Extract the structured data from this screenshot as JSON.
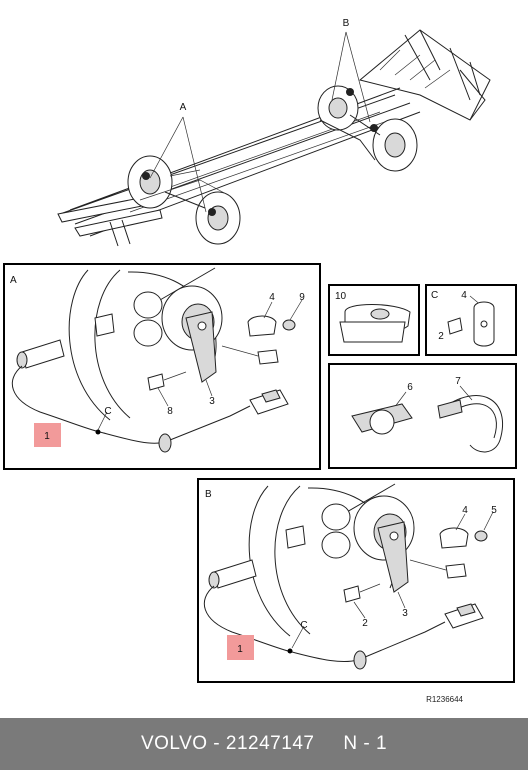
{
  "truck": {
    "label_a": "A",
    "label_b": "B"
  },
  "panel_a": {
    "title": "A",
    "callouts": {
      "c1": "1",
      "c3": "3",
      "c4": "4",
      "c8": "8",
      "c9": "9",
      "cC": "C"
    }
  },
  "panel_10": {
    "title": "10"
  },
  "panel_c": {
    "title": "C",
    "callouts": {
      "c2": "2",
      "c4": "4"
    }
  },
  "panel_67": {
    "callouts": {
      "c6": "6",
      "c7": "7"
    }
  },
  "panel_b": {
    "title": "B",
    "callouts": {
      "c1": "1",
      "c2": "2",
      "c3": "3",
      "c4": "4",
      "c5": "5",
      "cC": "C"
    }
  },
  "figure_id": "R1236644",
  "footer": {
    "text": "VOLVO - 21247147     N - 1"
  },
  "colors": {
    "highlight": "#f29a9a",
    "footer_bg": "#7a7a7a",
    "footer_text": "#ffffff"
  }
}
